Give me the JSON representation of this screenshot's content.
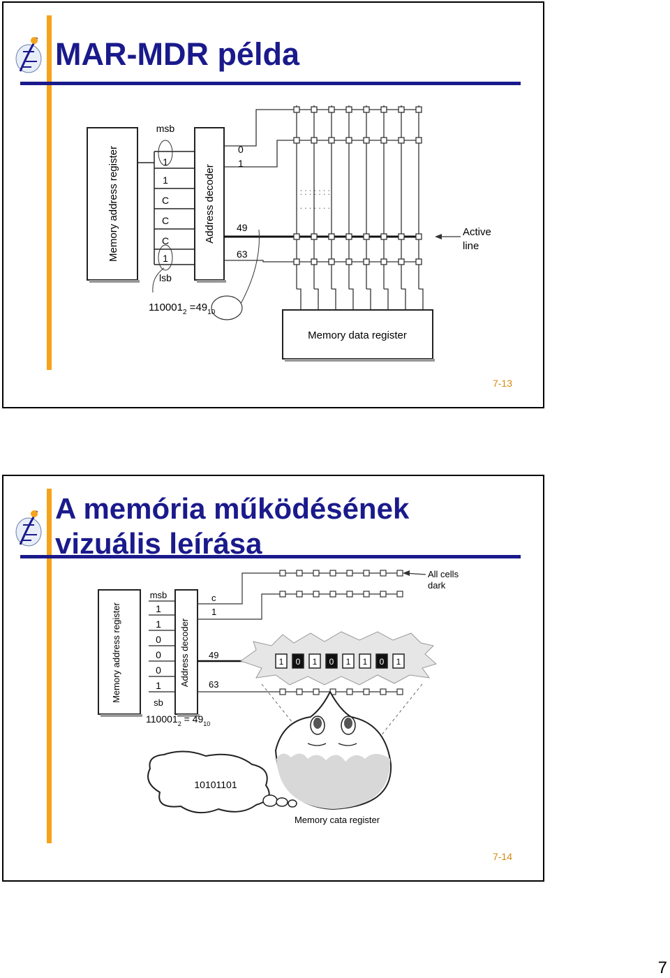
{
  "page_number": "7",
  "slides": [
    {
      "title": "MAR-MDR példa",
      "slide_number": "7-13",
      "figure": {
        "mar_label": "Memory address register",
        "decoder_label": "Address decoder",
        "msb": "msb",
        "lsb": "lsb",
        "bits": [
          "1",
          "1",
          "C",
          "C",
          "C",
          "1"
        ],
        "line_labels": [
          "0",
          "1",
          "49",
          "63"
        ],
        "active_line": [
          "Active",
          "line"
        ],
        "equation": "110001",
        "equation_sub": "2",
        "equation_mid": " =",
        "equation_value": "49",
        "equation_value_sub": "10",
        "mdr_label": "Memory data register"
      }
    },
    {
      "title_line1": "A memória működésének",
      "title_line2": "vizuális leírása",
      "slide_number": "7-14",
      "figure": {
        "mar_label": "Memory address register",
        "decoder_label": "Address decoder",
        "msb": "msb",
        "lsb": "sb",
        "bits": [
          "1",
          "1",
          "0",
          "0",
          "0",
          "1"
        ],
        "line_labels": [
          "c",
          "1",
          "49",
          "63"
        ],
        "all_cells": [
          "All cells",
          "dark"
        ],
        "cell_values": [
          "1",
          "0",
          "1",
          "0",
          "1",
          "1",
          "0",
          "1"
        ],
        "equation": "110001",
        "equation_sub": "2",
        "equation_mid": " = 49",
        "equation_sub2": "10",
        "thought": "10101101",
        "mdr_label": "Memory cata register"
      }
    }
  ]
}
